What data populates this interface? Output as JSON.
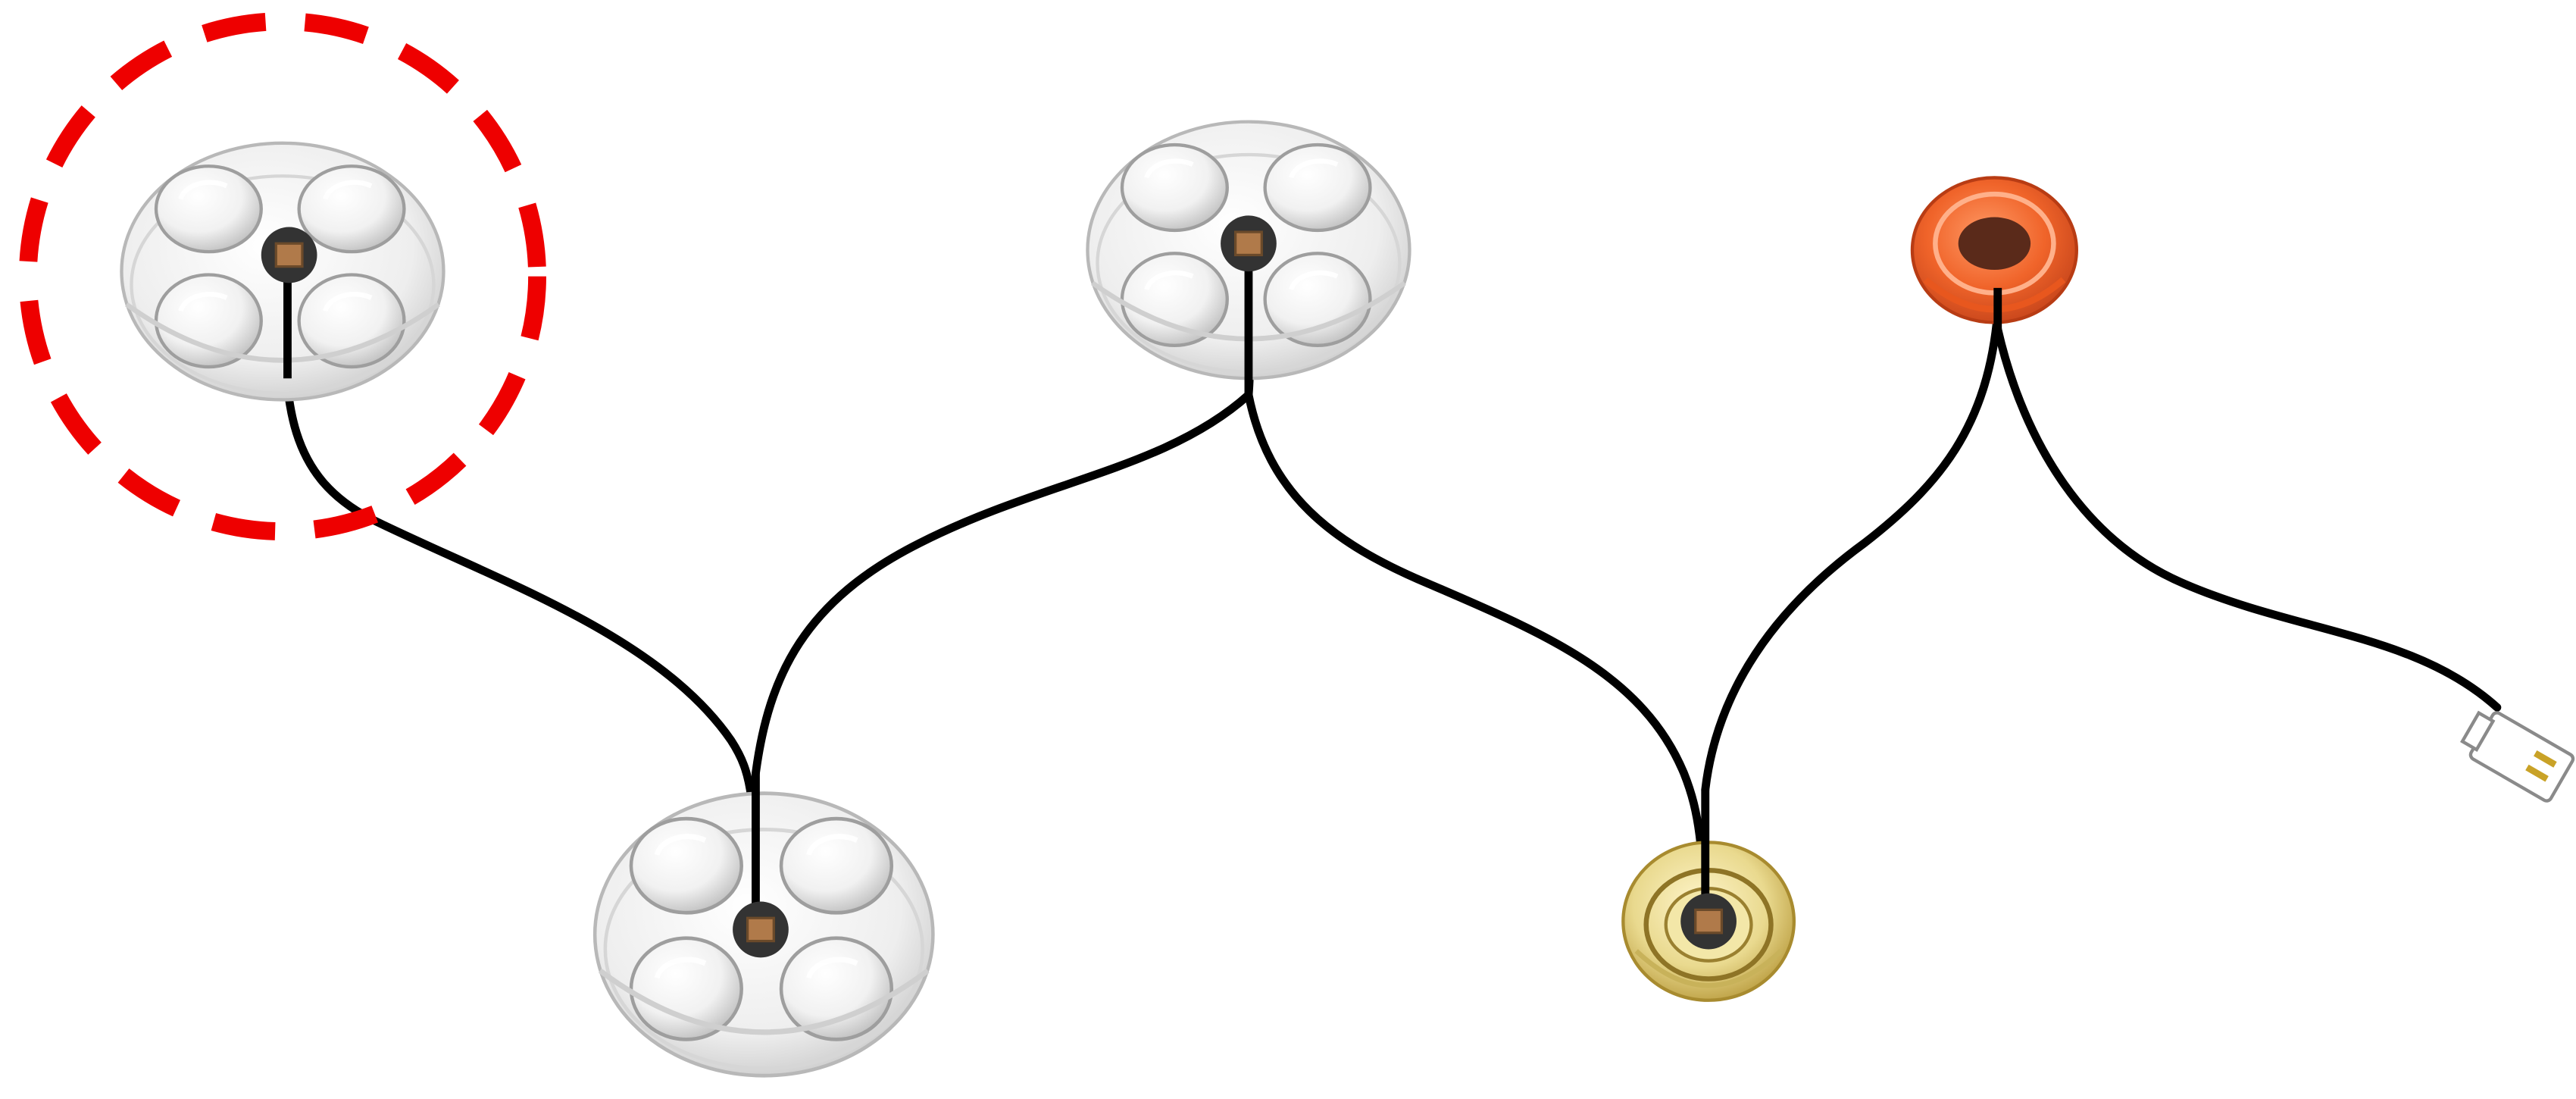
{
  "colors": {
    "background": "#ffffff",
    "wire": "#000000",
    "highlight_ring": "#ee0000",
    "clear_lens": "#f2f2f2",
    "clear_lens_edge": "#b8b8b8",
    "led_chip": "#b07a4a",
    "led_socket": "#333333",
    "amber_lens": "#e8d890",
    "orange_lens": "#f0642a"
  },
  "components": [
    {
      "id": "lens-1",
      "kind": "clear-quad-lens",
      "icon": "clear-lens-icon",
      "highlighted": true
    },
    {
      "id": "lens-2",
      "kind": "clear-quad-lens",
      "icon": "clear-lens-icon",
      "highlighted": false
    },
    {
      "id": "lens-3",
      "kind": "clear-quad-lens",
      "icon": "clear-lens-icon",
      "highlighted": false
    },
    {
      "id": "lens-4",
      "kind": "amber-round-lens",
      "icon": "amber-lens-icon",
      "highlighted": false
    },
    {
      "id": "lens-5",
      "kind": "orange-round-lens",
      "icon": "orange-lens-icon",
      "highlighted": false
    },
    {
      "id": "connector",
      "kind": "plug-connector",
      "icon": "connector-plug-icon",
      "highlighted": false
    }
  ],
  "wiring_order": [
    "lens-1",
    "lens-3",
    "lens-2",
    "lens-4",
    "lens-5",
    "connector"
  ]
}
